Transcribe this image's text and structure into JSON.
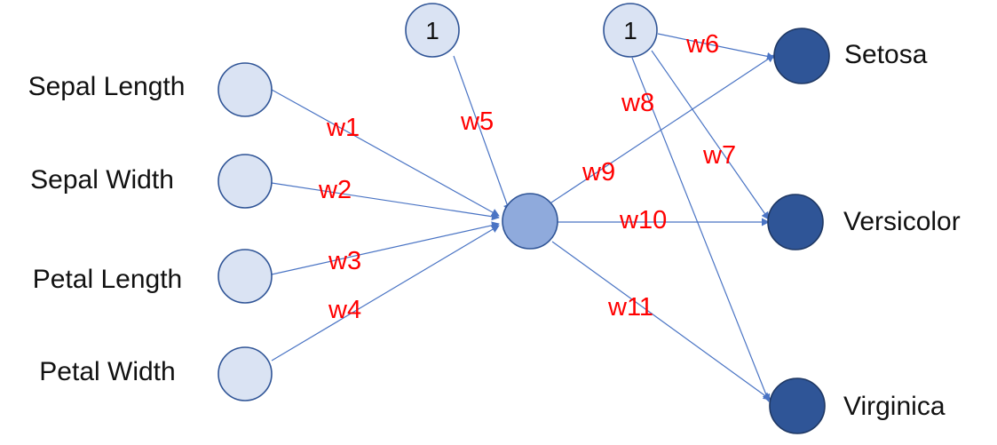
{
  "inputs": {
    "sepal_length": "Sepal Length",
    "sepal_width": "Sepal Width",
    "petal_length": "Petal Length",
    "petal_width": "Petal Width"
  },
  "bias": {
    "hidden": "1",
    "output": "1"
  },
  "outputs": {
    "setosa": "Setosa",
    "versicolor": "Versicolor",
    "virginica": "Virginica"
  },
  "weights": {
    "w1": "w1",
    "w2": "w2",
    "w3": "w3",
    "w4": "w4",
    "w5": "w5",
    "w6": "w6",
    "w7": "w7",
    "w8": "w8",
    "w9": "w9",
    "w10": "w10",
    "w11": "w11"
  },
  "colors": {
    "input_fill": "#dae3f3",
    "hidden_fill": "#8faadc",
    "output_fill": "#2f5597",
    "edge": "#4a74c4",
    "weight_label": "#ff0000"
  }
}
